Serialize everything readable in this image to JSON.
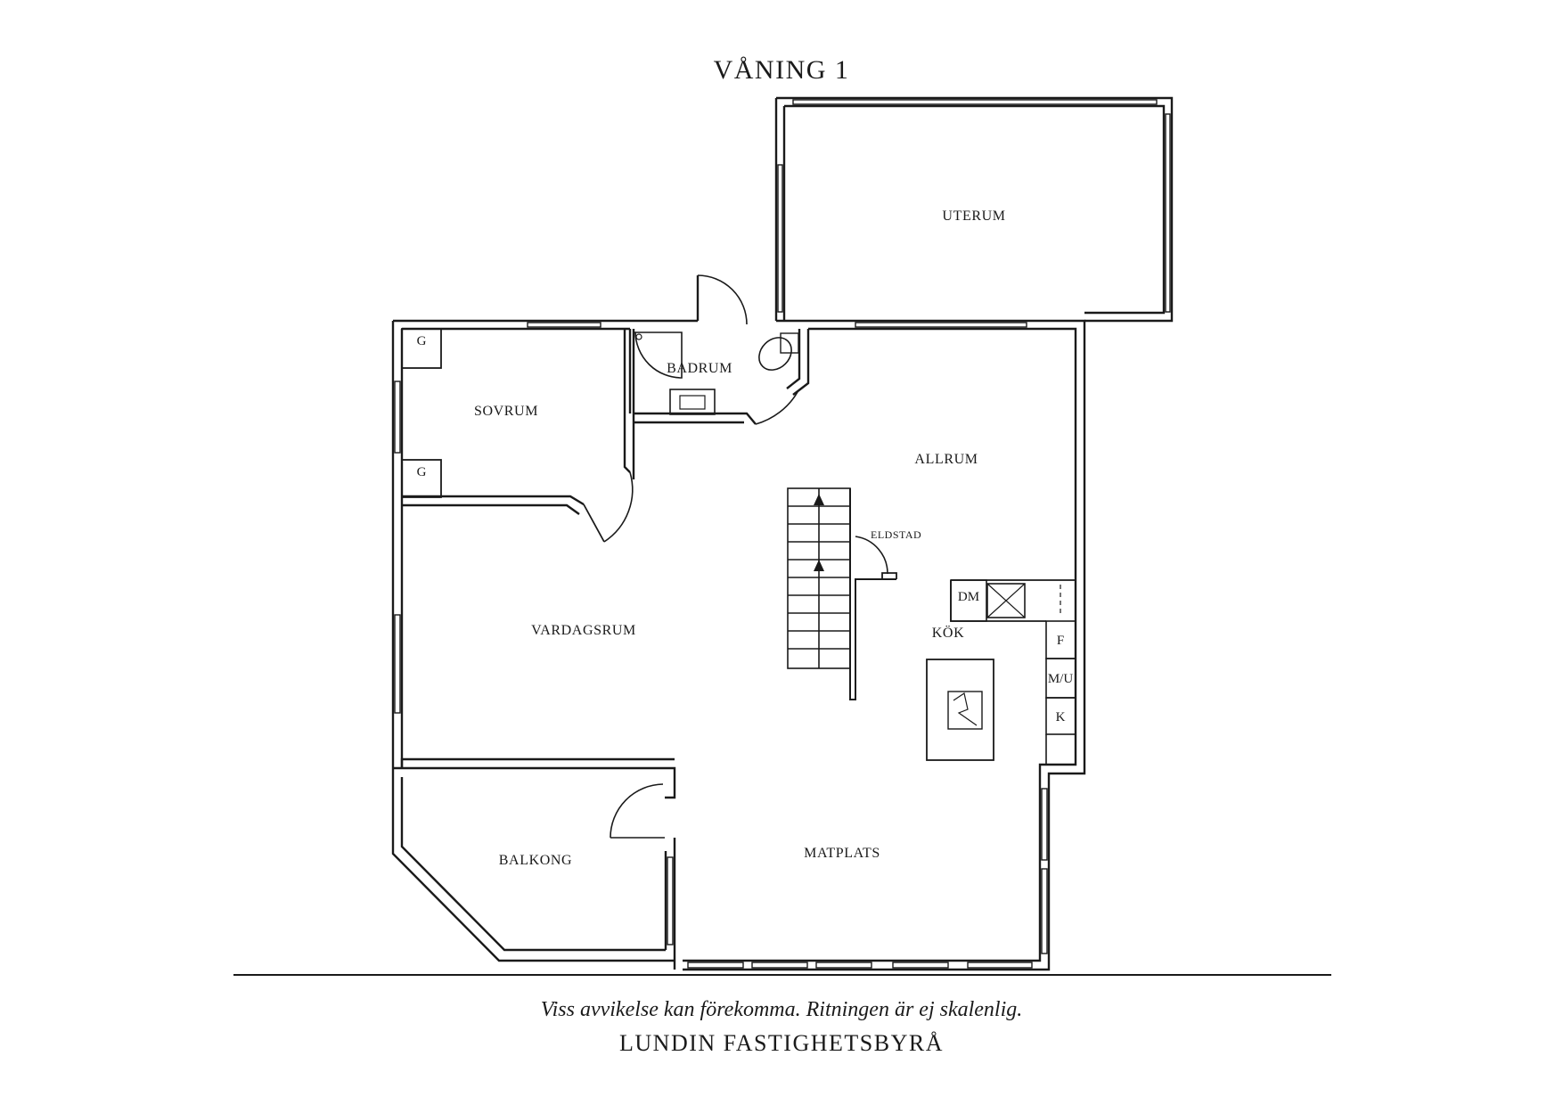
{
  "floor_title": "VÅNING 1",
  "rooms": {
    "uterum": "UTERUM",
    "sovrum": "SOVRUM",
    "badrum": "BADRUM",
    "allrum": "ALLRUM",
    "vardagsrum": "VARDAGSRUM",
    "kok": "KÖK",
    "balkong": "BALKONG",
    "matplats": "MATPLATS"
  },
  "fixtures": {
    "eldstad": "ELDSTAD",
    "garderob_1": "G",
    "garderob_2": "G",
    "diskmaskin": "DM",
    "frys": "F",
    "mikro_ugn": "M/U",
    "kyl": "K"
  },
  "footer": {
    "disclaimer": "Viss avvikelse kan förekomma. Ritningen är ej skalenlig.",
    "company": "LUNDIN FASTIGHETSBYRÅ"
  }
}
